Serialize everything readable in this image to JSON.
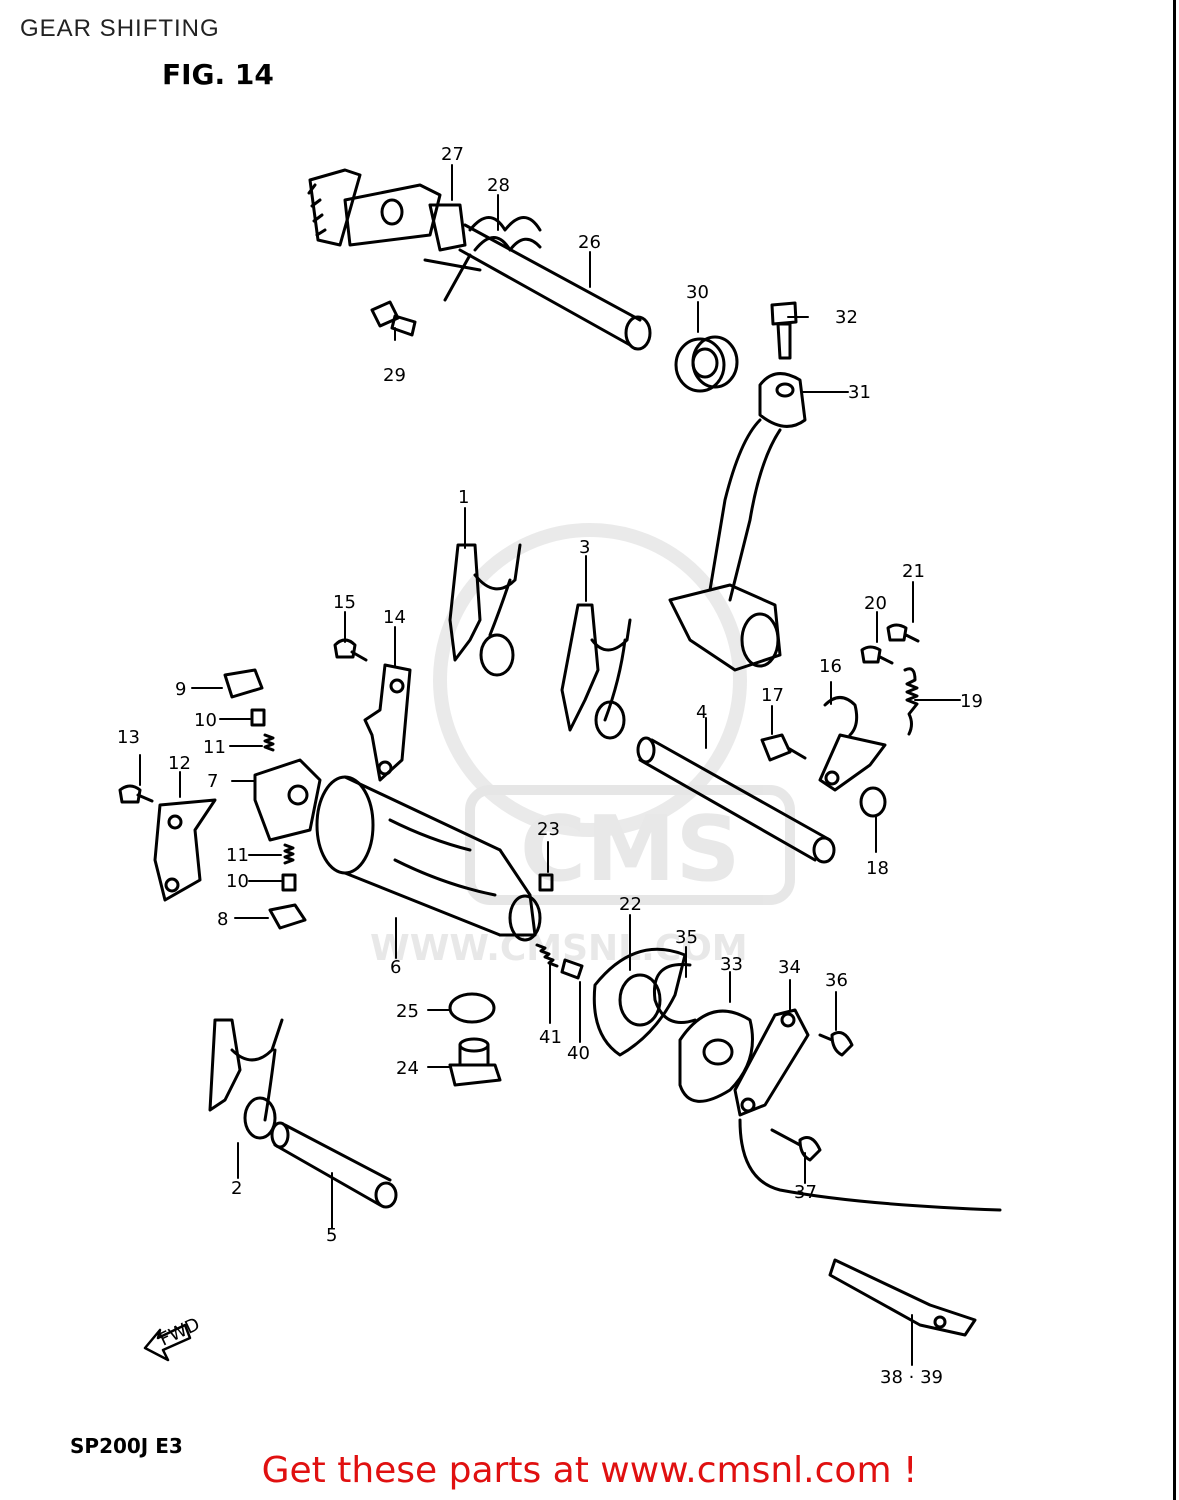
{
  "title": "GEAR SHIFTING",
  "figure_label": "FIG. 14",
  "model_code": "SP200J E3",
  "promo_text": "Get these parts at www.cmsnl.com !",
  "watermark": {
    "brand": "CMS",
    "url": "WWW.CMSNL.COM"
  },
  "fwd_label": "FWD",
  "part_numbers": [
    "1",
    "2",
    "3",
    "4",
    "5",
    "6",
    "7",
    "8",
    "9",
    "10",
    "10",
    "11",
    "11",
    "12",
    "13",
    "14",
    "15",
    "16",
    "17",
    "18",
    "19",
    "20",
    "21",
    "22",
    "23",
    "24",
    "25",
    "26",
    "27",
    "28",
    "29",
    "30",
    "31",
    "32",
    "33",
    "34",
    "35",
    "36",
    "37",
    "38 · 39",
    "40",
    "41"
  ]
}
